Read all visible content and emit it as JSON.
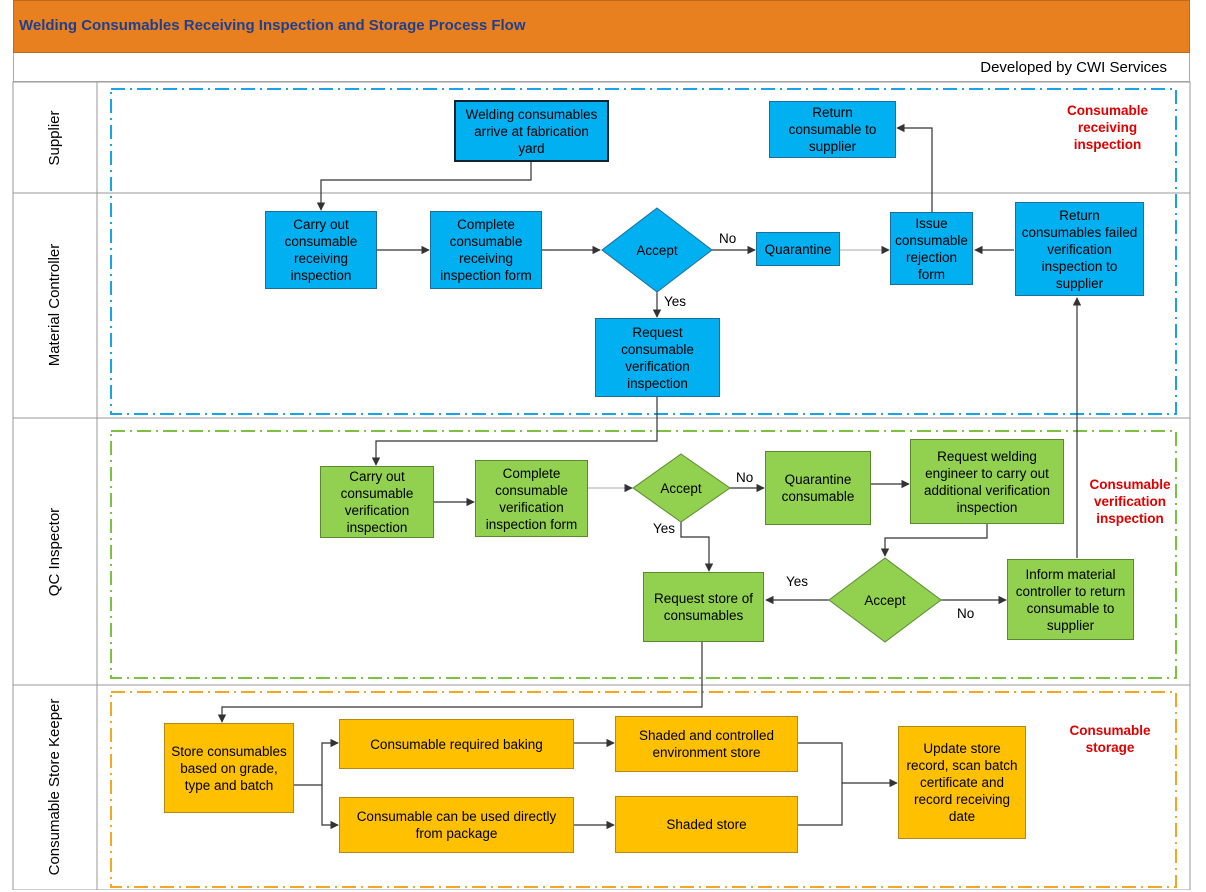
{
  "header": {
    "title": "Welding Consumables Receiving Inspection and Storage Process Flow"
  },
  "credit": "Developed by CWI Services",
  "lanes": [
    "Supplier",
    "Material Controller",
    "QC Inspector",
    "Consumable Store Keeper"
  ],
  "sections": {
    "receiving": "Consumable receiving inspection",
    "verification": "Consumable verification inspection",
    "storage": "Consumable storage"
  },
  "nodes": {
    "arrive": "Welding consumables arrive at fabrication yard",
    "return_supplier": "Return consumable to supplier",
    "carry_receiving": "Carry out consumable receiving inspection",
    "complete_receiving_form": "Complete consumable receiving inspection form",
    "accept1": "Accept",
    "quarantine1": "Quarantine",
    "issue_rejection": "Issue consumable rejection form",
    "return_failed": "Return consumables failed verification inspection to supplier",
    "request_verification": "Request consumable verification inspection",
    "carry_verification": "Carry out consumable verification inspection",
    "complete_verification_form": "Complete consumable verification inspection form",
    "accept2": "Accept",
    "quarantine2": "Quarantine consumable",
    "request_engineer": "Request welding engineer to carry out additional verification inspection",
    "accept3": "Accept",
    "inform_controller": "Inform material controller to return consumable to supplier",
    "request_store": "Request store of consumables",
    "store_by_grade": "Store consumables based on grade, type and batch",
    "baking": "Consumable required baking",
    "direct_use": "Consumable can be used directly from package",
    "shaded_controlled": "Shaded and controlled environment store",
    "shaded_store": "Shaded store",
    "update_record": "Update store record, scan batch certificate and record receiving date"
  },
  "labels": {
    "yes": "Yes",
    "no": "No"
  },
  "colors": {
    "header": "#e8801f",
    "title": "#1f3f8f",
    "blue": "#00b0f0",
    "green": "#92d050",
    "orange": "#ffc000",
    "section_text": "#e00000",
    "dash_blue": "#1aa3e8",
    "dash_green": "#7cc242",
    "dash_orange": "#f5a623"
  }
}
